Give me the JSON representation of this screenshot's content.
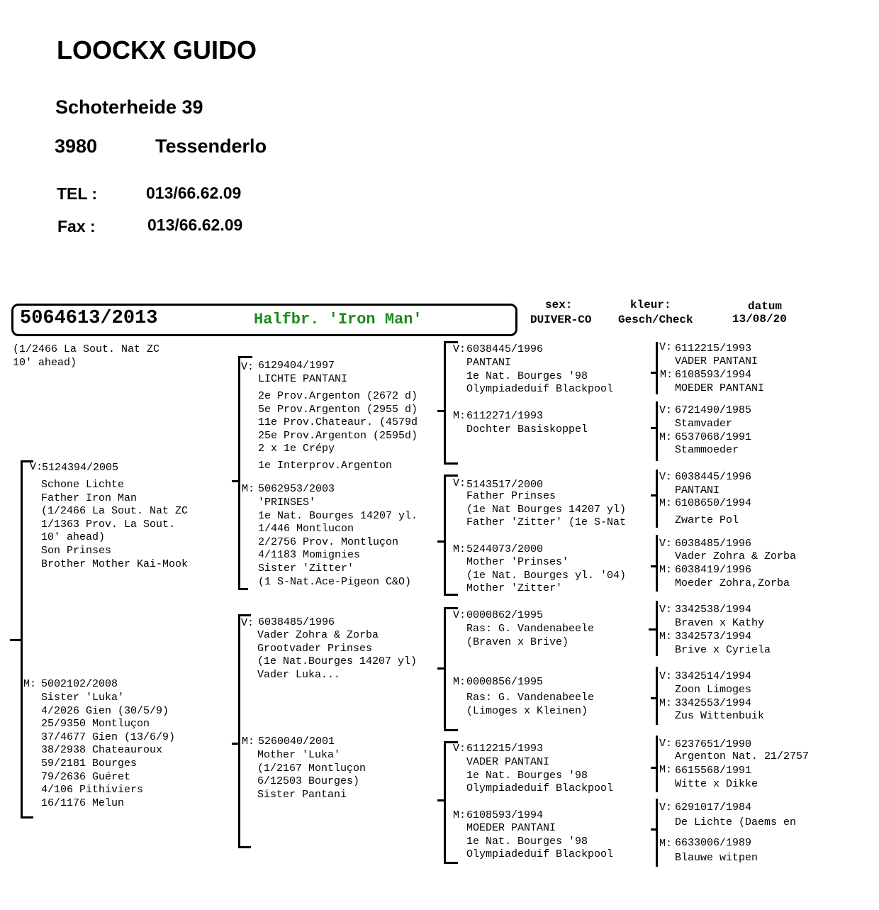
{
  "header": {
    "name": "LOOCKX GUIDO",
    "street": "Schoterheide 39",
    "postcode": "3980",
    "city": "Tessenderlo",
    "tel_label": "TEL :",
    "tel_value": "013/66.62.09",
    "fax_label": "Fax :",
    "fax_value": "013/66.62.09"
  },
  "subject": {
    "ring": "5064613/2013",
    "name": "Halfbr. 'Iron Man'",
    "sex_label": "sex:",
    "sex_value": "DUIVER-CO",
    "color_label": "kleur:",
    "color_value": "Gesch/Check",
    "date_label": "datum",
    "date_value": "13/08/20",
    "note": "(1/2466 La Sout. Nat ZC\n10' ahead)",
    "name_color": "#1a8a1a"
  },
  "gen1": {
    "sire_label": "V:",
    "sire_ring": "5124394/2005",
    "sire_text": "Schone Lichte\nFather Iron Man\n(1/2466 La Sout. Nat ZC\n1/1363 Prov. La Sout.\n10' ahead)\nSon Prinses\nBrother Mother Kai-Mook",
    "dam_label": "M:",
    "dam_ring": "5002102/2008",
    "dam_text": "Sister 'Luka'\n4/2026 Gien (30/5/9)\n25/9350 Montluçon\n37/4677 Gien (13/6/9)\n38/2938 Chateauroux\n59/2181 Bourges\n79/2636 Guéret\n4/106 Pithiviers\n16/1176 Melun"
  },
  "gen2": {
    "ss_label": "V:",
    "ss_ring": "6129404/1997",
    "ss_name": "LICHTE PANTANI",
    "ss_text": "2e Prov.Argenton (2672 d)\n5e Prov.Argenton (2955 d)\n11e Prov.Chateaur. (4579d\n25e Prov.Argenton (2595d)\n2 x 1e Crépy",
    "ss_text2": "1e Interprov.Argenton",
    "sd_label": "M:",
    "sd_ring": "5062953/2003",
    "sd_text": "'PRINSES'\n1e Nat. Bourges 14207 yl.\n1/446 Montlucon\n2/2756 Prov. Montluçon\n4/1183 Momignies\nSister 'Zitter'\n(1 S-Nat.Ace-Pigeon C&O)",
    "ds_label": "V:",
    "ds_ring": "6038485/1996",
    "ds_text": "Vader Zohra & Zorba\nGrootvader Prinses\n(1e Nat.Bourges 14207 yl)\nVader Luka...",
    "dd_label": "M:",
    "dd_ring": "5260040/2001",
    "dd_text": "Mother 'Luka'\n(1/2167 Montluçon\n6/12503 Bourges)\nSister Pantani"
  },
  "gen3": [
    {
      "label": "V:",
      "ring": "6038445/1996",
      "text": "PANTANI\n1e Nat. Bourges '98\nOlympiadeduif Blackpool"
    },
    {
      "label": "M:",
      "ring": "6112271/1993",
      "text": "Dochter Basiskoppel"
    },
    {
      "label": "V:",
      "ring": "5143517/2000",
      "text": "Father Prinses\n(1e Nat Bourges 14207 yl)\nFather 'Zitter' (1e S-Nat"
    },
    {
      "label": "M:",
      "ring": "5244073/2000",
      "text": "Mother 'Prinses'\n(1e Nat. Bourges yl. '04)\nMother 'Zitter'"
    },
    {
      "label": "V:",
      "ring": "0000862/1995",
      "text": "Ras: G. Vandenabeele\n(Braven x Brive)"
    },
    {
      "label": "M:",
      "ring": "0000856/1995",
      "text": "Ras: G. Vandenabeele\n(Limoges x Kleinen)"
    },
    {
      "label": "V:",
      "ring": "6112215/1993",
      "text": "VADER PANTANI\n1e Nat. Bourges '98\nOlympiadeduif Blackpool"
    },
    {
      "label": "M:",
      "ring": "6108593/1994",
      "text": "MOEDER PANTANI\n1e Nat. Bourges '98\nOlympiadeduif Blackpool"
    }
  ],
  "gen4": [
    {
      "label": "V:",
      "ring": "6112215/1993",
      "text": "VADER PANTANI"
    },
    {
      "label": "M:",
      "ring": "6108593/1994",
      "text": "MOEDER PANTANI"
    },
    {
      "label": "V:",
      "ring": "6721490/1985",
      "text": "Stamvader"
    },
    {
      "label": "M:",
      "ring": "6537068/1991",
      "text": "Stammoeder"
    },
    {
      "label": "V:",
      "ring": "6038445/1996",
      "text": "PANTANI"
    },
    {
      "label": "M:",
      "ring": "6108650/1994",
      "text": "Zwarte Pol"
    },
    {
      "label": "V:",
      "ring": "6038485/1996",
      "text": "Vader Zohra & Zorba"
    },
    {
      "label": "M:",
      "ring": "6038419/1996",
      "text": "Moeder Zohra,Zorba"
    },
    {
      "label": "V:",
      "ring": "3342538/1994",
      "text": "Braven x Kathy"
    },
    {
      "label": "M:",
      "ring": "3342573/1994",
      "text": "Brive x Cyriela"
    },
    {
      "label": "V:",
      "ring": "3342514/1994",
      "text": "Zoon Limoges"
    },
    {
      "label": "M:",
      "ring": "3342553/1994",
      "text": "Zus Wittenbuik"
    },
    {
      "label": "V:",
      "ring": "6237651/1990",
      "text": "Argenton Nat. 21/2757"
    },
    {
      "label": "M:",
      "ring": "6615568/1991",
      "text": "Witte x Dikke"
    },
    {
      "label": "V:",
      "ring": "6291017/1984",
      "text": "De Lichte (Daems en"
    },
    {
      "label": "M:",
      "ring": "6633006/1989",
      "text": "Blauwe witpen"
    }
  ]
}
